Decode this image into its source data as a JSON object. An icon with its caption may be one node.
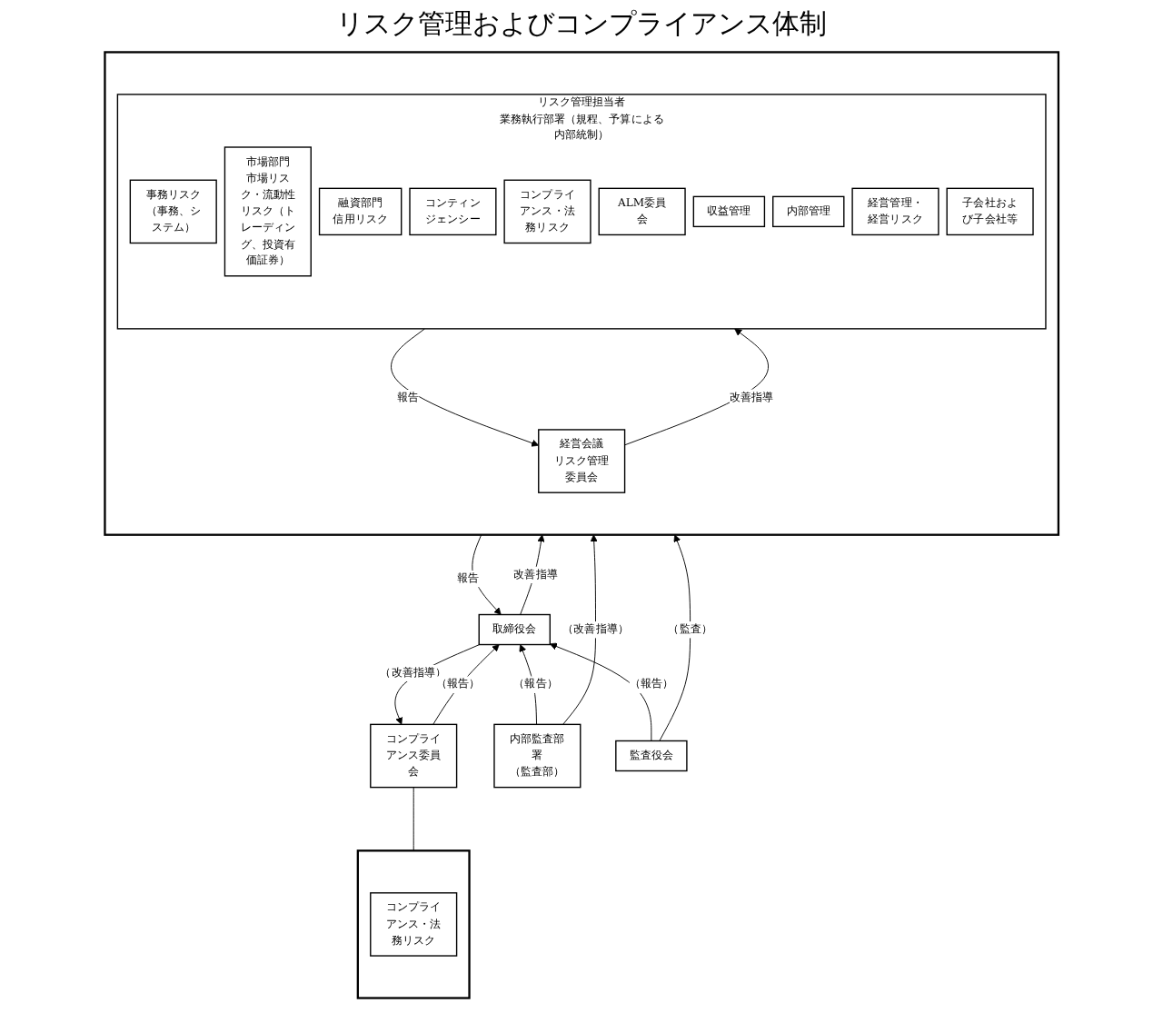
{
  "diagram": {
    "title": "リスク管理およびコンプライアンス体制",
    "nodes": [
      {
        "text": [
          "取締役会"
        ]
      },
      {
        "text": [
          "コンプライアンス委員会"
        ]
      },
      {
        "text": [],
        "shape": "box"
      },
      {
        "text": [
          "コンプライアンス・法務リスク"
        ],
        "in": 2
      },
      {
        "text": [],
        "shape": "box"
      },
      {
        "text": [
          "経営会議",
          "リスク管理委員会"
        ],
        "in": 4
      },
      {
        "text": [
          "リスク管理担当者",
          "業務執行部署（規程、予算による内部統制）"
        ],
        "in": 4
      },
      {
        "text": [
          "事務リスク（事務、システム）"
        ],
        "in": 6
      },
      {
        "text": [
          "市場部門",
          "市場リスク・流動性リスク（トレーディング、投資有価証券）"
        ],
        "in": 6
      },
      {
        "text": [
          "融資部門",
          "信用リスク"
        ],
        "in": 6
      },
      {
        "text": [
          "コンティンジェンシー"
        ],
        "in": 6
      },
      {
        "text": [
          "コンプライアンス・法務リスク"
        ],
        "in": 6
      },
      {
        "text": [
          "ALM委員会"
        ],
        "in": 6
      },
      {
        "text": [
          "収益管理"
        ],
        "in": 6
      },
      {
        "text": [
          "内部管理"
        ],
        "in": 6
      },
      {
        "text": [
          "経営管理・経営リスク"
        ],
        "in": 6
      },
      {
        "text": [
          "子会社および子会社等"
        ],
        "in": 6
      },
      {
        "text": [
          "内部監査部署",
          "（監査部）"
        ]
      },
      {
        "text": [
          "監査役会"
        ]
      }
    ],
    "edges": [
      {
        "from": 0,
        "to": 1,
        "arrow": "to",
        "label": "（改善指導）"
      },
      {
        "from": 1,
        "to": 0,
        "arrow": "to",
        "label": "（報告）"
      },
      {
        "from": 1,
        "to": 2,
        "arrow": "none"
      },
      {
        "from": 0,
        "to": 4,
        "arrow": "to",
        "label": "改善指導"
      },
      {
        "from": 4,
        "to": 0,
        "arrow": "to",
        "label": "報告"
      },
      {
        "from": 17,
        "to": 0,
        "arrow": "to",
        "label": "（報告）"
      },
      {
        "from": 18,
        "to": 0,
        "arrow": "to",
        "label": "（報告）"
      },
      {
        "from": 5,
        "to": 6,
        "arrow": "to",
        "label": "改善指導"
      },
      {
        "from": 6,
        "to": 5,
        "arrow": "to",
        "label": "報告"
      },
      {
        "from": 17,
        "to": 4,
        "arrow": "to",
        "label": "（改善指導）"
      },
      {
        "from": 18,
        "to": 4,
        "arrow": "to",
        "label": "（監査）"
      }
    ]
  }
}
